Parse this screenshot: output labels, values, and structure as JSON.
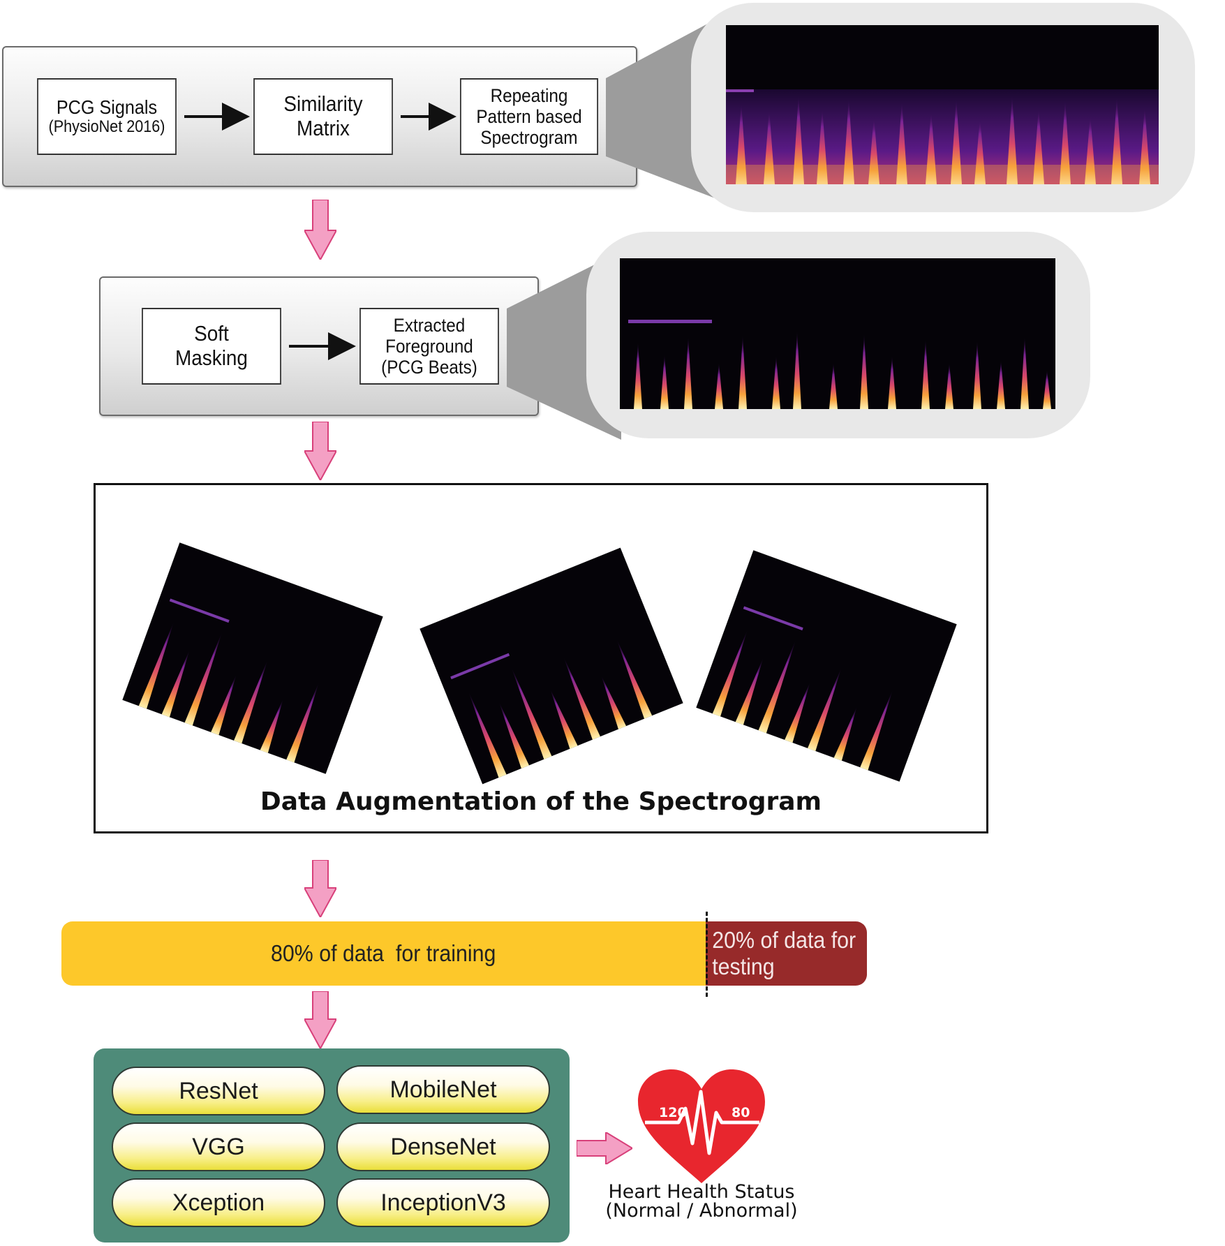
{
  "stage1": {
    "nodes": [
      {
        "line1": "PCG Signals",
        "line2": "(PhysioNet 2016)"
      },
      {
        "line1": "Similarity Matrix"
      },
      {
        "line1": "Repeating",
        "line2": "Pattern based",
        "line3": "Spectrogram"
      }
    ]
  },
  "stage2": {
    "nodes": [
      {
        "line1": "Soft",
        "line2": "Masking"
      },
      {
        "line1": "Extracted",
        "line2": "Foreground",
        "line3": "(PCG Beats)"
      }
    ]
  },
  "augmentation": {
    "title": "Data Augmentation of the Spectrogram"
  },
  "split": {
    "train_label": "80% of data  for training",
    "test_label": "20% of data for testing",
    "train_percent": 80,
    "test_percent": 20
  },
  "models": [
    "ResNet",
    "MobileNet",
    "VGG",
    "DenseNet",
    "Xception",
    "InceptionV3"
  ],
  "output": {
    "bp_left": "120",
    "bp_right": "80",
    "status_line1": "Heart Health Status",
    "status_line2": "(Normal / Abnormal)"
  },
  "colors": {
    "flow_arrow": "#f4a0c4",
    "train": "#fdc82a",
    "test": "#972a2a",
    "models_bg": "#4e8b79",
    "heart": "#e8262e"
  }
}
